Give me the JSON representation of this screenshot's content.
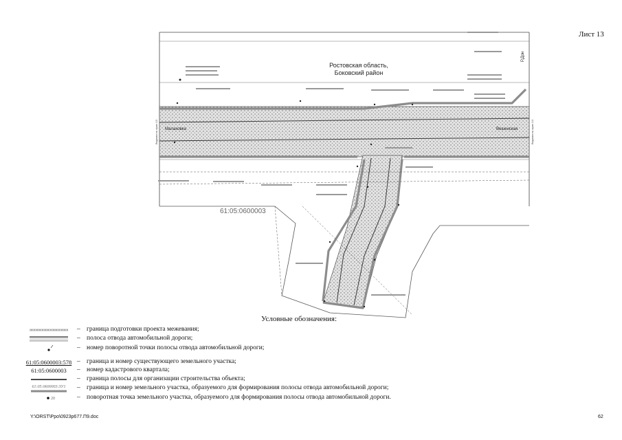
{
  "sheet_label": "Лист 13",
  "map": {
    "region_label_line1": "Ростовская область,",
    "region_label_line2": "Боковский район",
    "quarter_number": "61:05:0600003",
    "settlement_left": "Малаховка",
    "settlement_right": "Вешенская",
    "side_left": "Ведомость прил.13",
    "side_right": "Ведомость прил.14",
    "road_label": "Р.Дон"
  },
  "legend": {
    "title": "Условные обозначения:",
    "items": [
      {
        "symbol": "",
        "text": "граница подготовки проекта межевания;"
      },
      {
        "symbol": "",
        "text": "полоса отвода автомобильной дороги;"
      },
      {
        "symbol": "",
        "text": "номер поворотной точки полосы отвода автомобильной дороги;"
      },
      {
        "symbol": "61:05:0600003:578",
        "text": "граница и номер существующего земельного участка;"
      },
      {
        "symbol": "61:05:0600003",
        "text": "номер кадастрового квартала;"
      },
      {
        "symbol": "",
        "text": "граница полосы для организации строительства объекта;"
      },
      {
        "symbol": "61:05:0600003:ЗУ1",
        "text": "граница и номер земельного участка, образуемого для формирования полосы отвода автомобильной дороги;"
      },
      {
        "symbol": "",
        "text": "поворотная точка земельного участка, образуемого для формирования полосы отвода автомобильной дороги."
      }
    ],
    "dash": "–"
  },
  "footer": {
    "path": "Y:\\ORST\\Ppo\\0923p677.П9.doc",
    "page": "62"
  },
  "colors": {
    "stipple": "#9a9a9a",
    "road_edge": "#3a3a3a",
    "boundary_gray": "#8c8c8c"
  }
}
